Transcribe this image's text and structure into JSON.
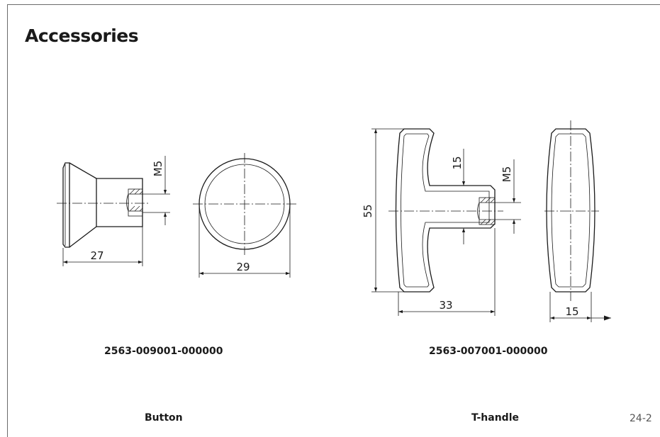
{
  "title": "Accessories",
  "page_number": "24-2",
  "items": [
    {
      "part_number": "2563-009001-000000",
      "name": "Button",
      "dimensions": {
        "side_length": "27",
        "diameter": "29",
        "thread": "M5"
      }
    },
    {
      "part_number": "2563-007001-000000",
      "name": "T-handle",
      "dimensions": {
        "height": "55",
        "width": "33",
        "stem": "15",
        "thread": "M5",
        "depth": "15"
      }
    }
  ]
}
